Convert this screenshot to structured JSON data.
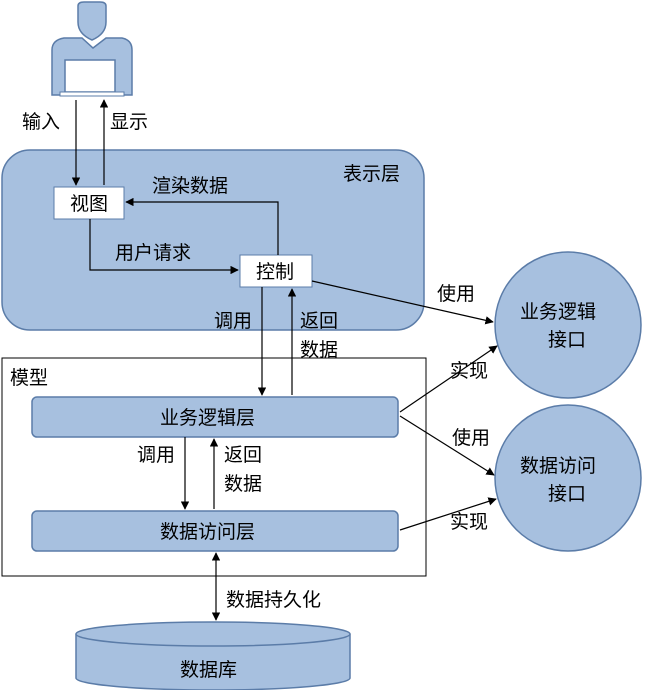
{
  "labels": {
    "input": "输入",
    "display": "显示",
    "presentation_layer": "表示层",
    "view": "视图",
    "render_data": "渲染数据",
    "user_request": "用户请求",
    "controller": "控制",
    "call_top": "调用",
    "return_top_1": "返回",
    "return_top_2": "数据",
    "model": "模型",
    "business_logic_layer": "业务逻辑层",
    "call_bottom": "调用",
    "return_bottom_1": "返回",
    "return_bottom_2": "数据",
    "data_access_layer": "数据访问层",
    "data_persistence": "数据持久化",
    "database": "数据库",
    "use_1": "使用",
    "implement_1": "实现",
    "use_2": "使用",
    "implement_2": "实现",
    "business_interface_1": "业务逻辑",
    "business_interface_2": "接口",
    "data_interface_1": "数据访问",
    "data_interface_2": "接口"
  },
  "colors": {
    "fill": "#a7c0df",
    "stroke": "#5b7ca8",
    "line": "#000000",
    "white": "#ffffff"
  }
}
